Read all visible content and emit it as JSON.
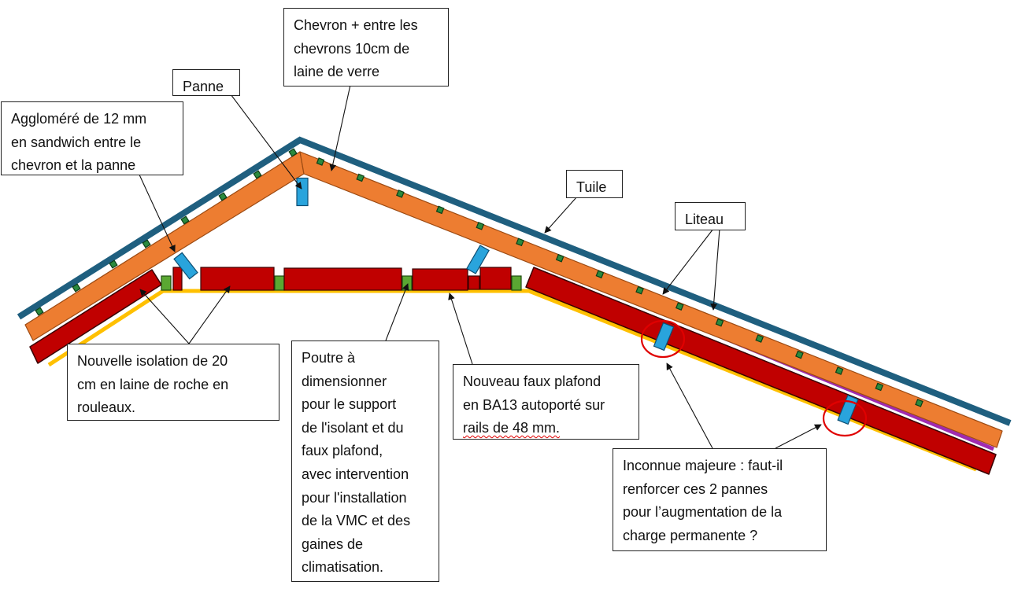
{
  "colors": {
    "tile": "#1f5f7f",
    "chevron": "#ed7d31",
    "chevron_edge": "#9c4a12",
    "board": "#a02bb0",
    "insulation": "#c00000",
    "insulation_edge": "#3a0000",
    "beam": "#29a4dc",
    "beam_edge": "#0d4e73",
    "batten": "#2b8a3e",
    "spacer": "#5aa832",
    "ceiling": "#ffc000",
    "highlight": "#e00000",
    "line": "#111111"
  },
  "callouts": {
    "panne": {
      "lines": [
        "Panne"
      ]
    },
    "chevron": {
      "lines": [
        "Chevron + entre les",
        "chevrons 10cm de",
        "laine de verre"
      ]
    },
    "agglomere": {
      "lines": [
        "Aggloméré de 12 mm",
        "en sandwich entre le",
        "chevron et la panne"
      ]
    },
    "tuile": {
      "lines": [
        "Tuile"
      ]
    },
    "liteau": {
      "lines": [
        "Liteau"
      ]
    },
    "isolation": {
      "lines": [
        "Nouvelle isolation de 20",
        "cm en laine de roche en",
        "rouleaux."
      ]
    },
    "poutre": {
      "lines": [
        "Poutre à",
        "dimensionner",
        "pour le support",
        "de l'isolant et du",
        "faux plafond,",
        "avec intervention",
        "pour l'installation",
        "de la VMC et des",
        "gaines de",
        "climatisation."
      ]
    },
    "faux_plafond": {
      "lines": [
        "Nouveau faux plafond",
        "en BA13 autoporté sur",
        "rails de 48 mm."
      ]
    },
    "inconnue": {
      "lines": [
        "Inconnue majeure : faut-il",
        "renforcer ces 2 pannes",
        "pour l’augmentation de la",
        "charge permanente ?"
      ]
    }
  }
}
